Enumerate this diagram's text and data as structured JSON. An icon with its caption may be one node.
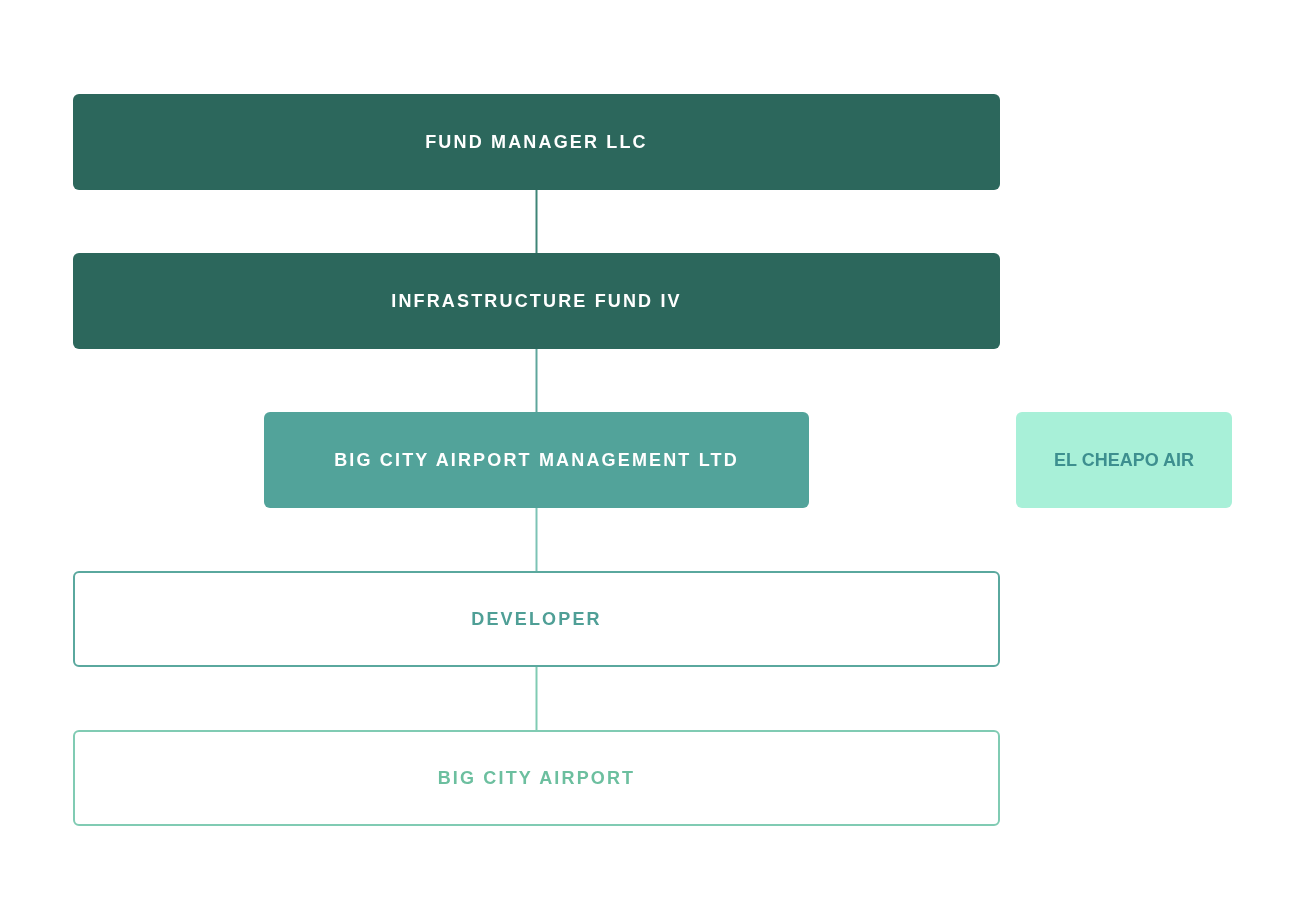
{
  "diagram": {
    "nodes": [
      {
        "text": [
          "FUND MANAGER LLC"
        ]
      },
      {
        "text": [
          "INFRASTRUCTURE FUND IV"
        ]
      },
      {
        "text": [
          "BIG CITY AIRPORT MANAGEMENT LTD"
        ]
      },
      {
        "text": [
          "DEVELOPER"
        ]
      },
      {
        "text": [
          "BIG CITY AIRPORT"
        ]
      },
      {
        "text": [
          "EL CHEAPO AIR"
        ]
      }
    ],
    "edges": [
      {
        "from": 0,
        "to": 1,
        "arrow": "none",
        "color": "#3f8577"
      },
      {
        "from": 1,
        "to": 2,
        "arrow": "none",
        "color": "#5fa69c"
      },
      {
        "from": 2,
        "to": 3,
        "arrow": "none",
        "color": "#7cc3b5"
      },
      {
        "from": 3,
        "to": 4,
        "arrow": "none",
        "color": "#80cbb3"
      }
    ]
  }
}
